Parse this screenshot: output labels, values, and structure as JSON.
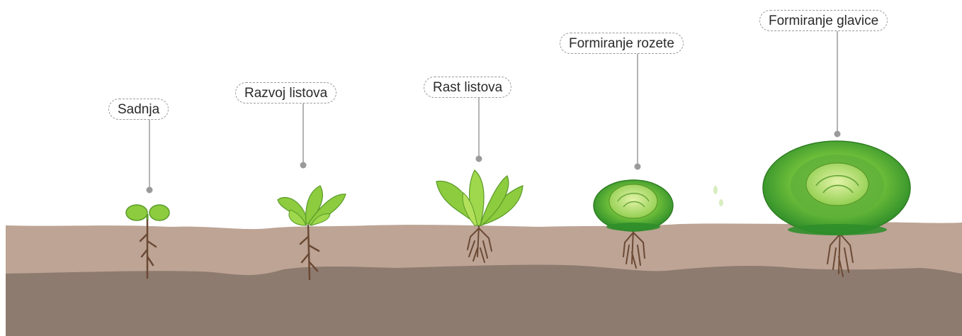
{
  "stages": [
    {
      "label": "Sadnja"
    },
    {
      "label": "Razvoj listova"
    },
    {
      "label": "Rast listova"
    },
    {
      "label": "Formiranje rozete"
    },
    {
      "label": "Formiranje glavice"
    }
  ],
  "colors": {
    "topsoil": "#bda495",
    "subsoil": "#8e7b6f",
    "leaf_light": "#8ccc3e",
    "leaf_dark": "#2f8e2a",
    "root": "#6b4a35",
    "leader": "#9a9a9a"
  }
}
